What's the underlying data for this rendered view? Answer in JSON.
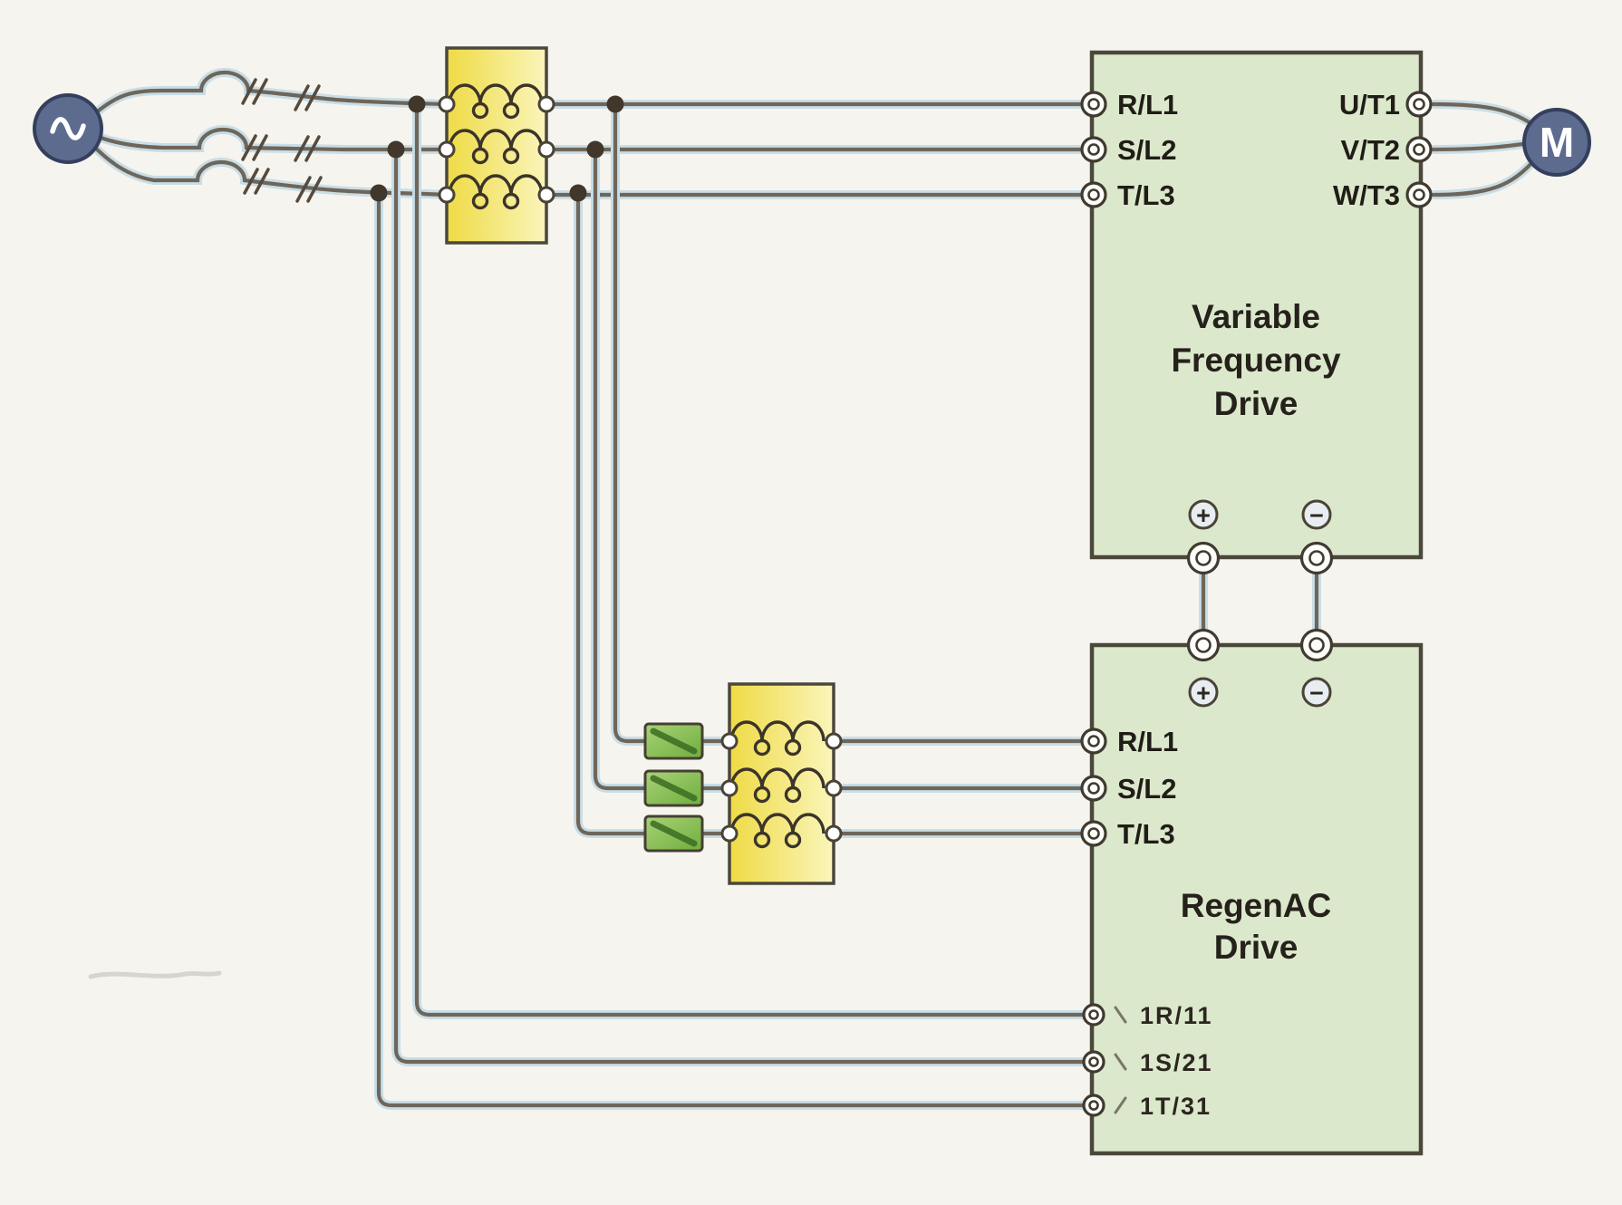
{
  "vfd": {
    "title_lines": [
      "Variable",
      "Frequency",
      "Drive"
    ],
    "input_terminals": [
      "R/L1",
      "S/L2",
      "T/L3"
    ],
    "output_terminals": [
      "U/T1",
      "V/T2",
      "W/T3"
    ],
    "dc": {
      "plus": "+",
      "minus": "−"
    }
  },
  "regen": {
    "title_lines": [
      "RegenAC",
      "Drive"
    ],
    "input_terminals": [
      "R/L1",
      "S/L2",
      "T/L3"
    ],
    "sense_terminals": [
      "1R/11",
      "1S/21",
      "1T/31"
    ],
    "dc": {
      "plus": "+",
      "minus": "−"
    }
  },
  "motor": {
    "label": "M"
  },
  "colors": {
    "background": "#f5f4ee",
    "box_fill": "#dbe8cc",
    "box_border": "#4b473a",
    "reactor_yellow_1": "#efdb45",
    "reactor_yellow_2": "#faf5bb",
    "fuse_green_1": "#6fae3e",
    "fuse_green_2": "#a9d277",
    "wire_dark": "#6e665a",
    "wire_light": "#c9dde6",
    "device_blue": "#5c6b8e"
  }
}
